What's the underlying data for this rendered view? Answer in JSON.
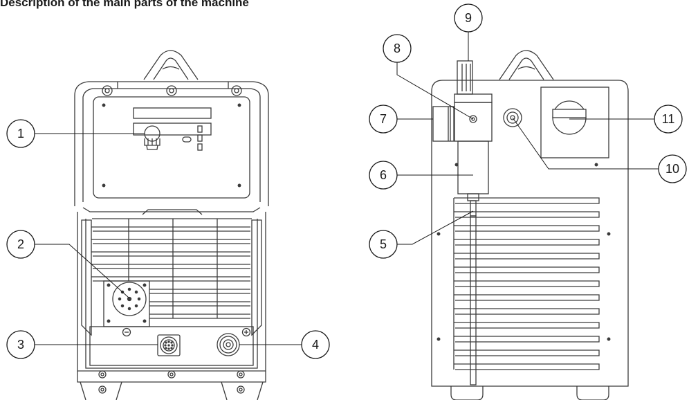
{
  "title": "Description of the main parts of the machine",
  "callouts": {
    "c1": "1",
    "c2": "2",
    "c3": "3",
    "c4": "4",
    "c5": "5",
    "c6": "6",
    "c7": "7",
    "c8": "8",
    "c9": "9",
    "c10": "10",
    "c11": "11"
  },
  "colors": {
    "stroke": "#3a3a3a",
    "fill": "#ffffff",
    "text": "#1a1a1a"
  },
  "icons": {
    "minus": "minus-terminal-icon",
    "plus": "plus-terminal-icon"
  }
}
